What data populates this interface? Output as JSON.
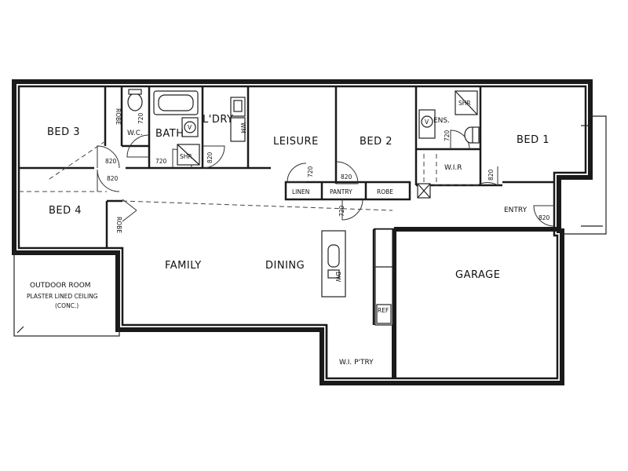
{
  "rooms": {
    "bed3": "BED 3",
    "wc": "W.C.",
    "bath": "BATH",
    "ldry": "L'DRY",
    "leisure": "LEISURE",
    "bed2": "BED 2",
    "ens": "ENS.",
    "bed1": "BED 1",
    "wir": "W.I.R",
    "bed4": "BED 4",
    "entry": "ENTRY",
    "family": "FAMILY",
    "dining": "DINING",
    "garage": "GARAGE",
    "outdoor": "OUTDOOR ROOM",
    "outdoor_note1": "PLASTER LINED CEILING",
    "outdoor_note2": "(CONC.)",
    "wipantry": "W.I. P'TRY"
  },
  "storage": {
    "linen": "LINEN",
    "pantry": "PANTRY",
    "robe": "ROBE"
  },
  "fixtures": {
    "shower": "SHR",
    "vanity": "V",
    "wm": "WM",
    "ref": "REF",
    "dw": "DW"
  },
  "doors": {
    "d720": "720",
    "d820": "820"
  }
}
